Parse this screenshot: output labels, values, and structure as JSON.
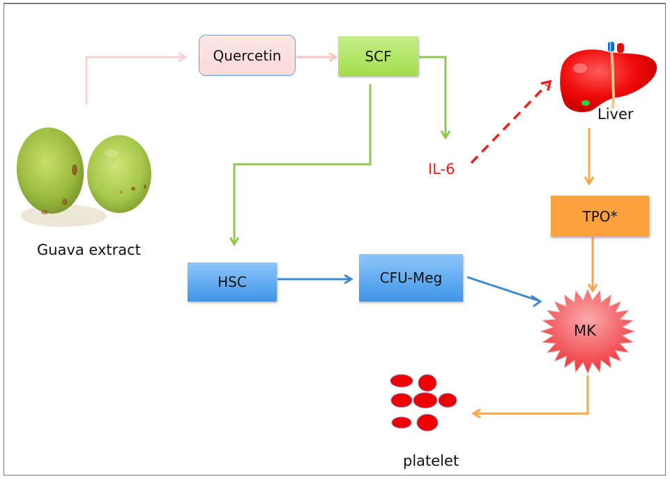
{
  "diagram": {
    "title": "",
    "nodes": {
      "guava": {
        "label": "Guava extract",
        "icon": "guava-fruit-image"
      },
      "quercetin": {
        "label": "Quercetin"
      },
      "scf": {
        "label": "SCF"
      },
      "il6": {
        "label": "IL-6"
      },
      "liver": {
        "label": "Liver",
        "icon": "liver-image"
      },
      "tpo": {
        "label": "TPO*"
      },
      "hsc": {
        "label": "HSC"
      },
      "cfu_meg": {
        "label": "CFU-Meg"
      },
      "mk": {
        "label": "MK"
      },
      "platelet": {
        "label": "platelet",
        "icon": "platelet-cluster"
      }
    },
    "edges": [
      {
        "from": "Guava extract",
        "to": "Quercetin",
        "style": "solid",
        "color": "#f6d3d3"
      },
      {
        "from": "Quercetin",
        "to": "SCF",
        "style": "solid",
        "color": "#f6c6c6"
      },
      {
        "from": "SCF",
        "to": "IL-6",
        "style": "solid",
        "color": "#8fc74e"
      },
      {
        "from": "SCF",
        "to": "HSC",
        "style": "solid",
        "color": "#8fc74e"
      },
      {
        "from": "IL-6",
        "to": "Liver",
        "style": "dashed",
        "color": "#ee1c1c"
      },
      {
        "from": "Liver",
        "to": "TPO*",
        "style": "solid",
        "color": "#f9a447"
      },
      {
        "from": "TPO*",
        "to": "MK",
        "style": "solid",
        "color": "#f9a447"
      },
      {
        "from": "HSC",
        "to": "CFU-Meg",
        "style": "solid",
        "color": "#3f88cc"
      },
      {
        "from": "CFU-Meg",
        "to": "MK",
        "style": "solid",
        "color": "#3f88cc"
      },
      {
        "from": "MK",
        "to": "platelet",
        "style": "solid",
        "color": "#f9a447"
      }
    ],
    "colors": {
      "quercetin_fill": "#fbdcdc",
      "scf_fill": "#a9e055",
      "blue_fill": "#4a9cea",
      "tpo_fill": "#fba23e",
      "mk_fill": "#f0474a",
      "il6_text": "#ee1c1c",
      "platelet_fill": "#ee0000"
    }
  }
}
